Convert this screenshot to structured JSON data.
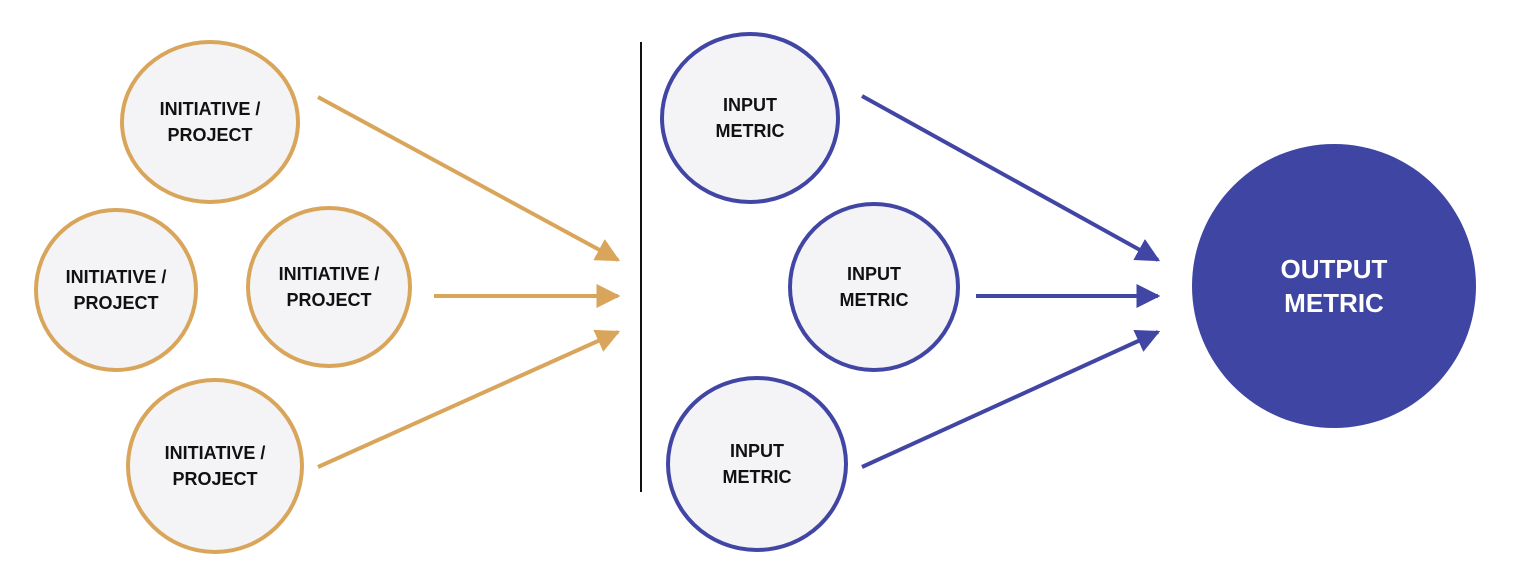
{
  "colors": {
    "initiative_border": "#d9a55a",
    "input_border": "#4145a4",
    "output_fill": "#3f45a2",
    "node_fill": "#f4f4f6"
  },
  "initiatives": [
    {
      "line1": "INITIATIVE /",
      "line2": "PROJECT"
    },
    {
      "line1": "INITIATIVE /",
      "line2": "PROJECT"
    },
    {
      "line1": "INITIATIVE /",
      "line2": "PROJECT"
    },
    {
      "line1": "INITIATIVE /",
      "line2": "PROJECT"
    }
  ],
  "inputs": [
    {
      "line1": "INPUT",
      "line2": "METRIC"
    },
    {
      "line1": "INPUT",
      "line2": "METRIC"
    },
    {
      "line1": "INPUT",
      "line2": "METRIC"
    }
  ],
  "output": {
    "line1": "OUTPUT",
    "line2": "METRIC"
  }
}
